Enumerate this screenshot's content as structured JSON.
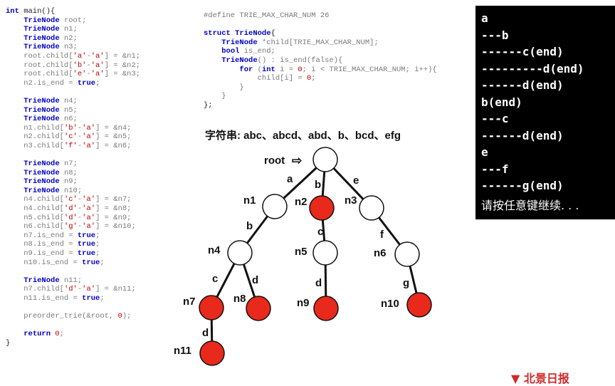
{
  "left_code": [
    [
      [
        "int",
        "kw"
      ],
      [
        " main(){",
        "fn"
      ]
    ],
    [
      [
        "    ",
        ""
      ],
      [
        "TrieNode",
        "ty"
      ],
      [
        " root;",
        "var"
      ]
    ],
    [
      [
        "    ",
        ""
      ],
      [
        "TrieNode",
        "ty"
      ],
      [
        " n1;",
        "var"
      ]
    ],
    [
      [
        "    ",
        ""
      ],
      [
        "TrieNode",
        "ty"
      ],
      [
        " n2;",
        "var"
      ]
    ],
    [
      [
        "    ",
        ""
      ],
      [
        "TrieNode",
        "ty"
      ],
      [
        " n3;",
        "var"
      ]
    ],
    [
      [
        "    ",
        ""
      ],
      [
        "root.child[",
        "var"
      ],
      [
        "'a'",
        "str"
      ],
      [
        "-",
        "var"
      ],
      [
        "'a'",
        "str"
      ],
      [
        "] = &n1;",
        "var"
      ]
    ],
    [
      [
        "    ",
        ""
      ],
      [
        "root.child[",
        "var"
      ],
      [
        "'b'",
        "str"
      ],
      [
        "-",
        "var"
      ],
      [
        "'a'",
        "str"
      ],
      [
        "] = &n2;",
        "var"
      ]
    ],
    [
      [
        "    ",
        ""
      ],
      [
        "root.child[",
        "var"
      ],
      [
        "'e'",
        "str"
      ],
      [
        "-",
        "var"
      ],
      [
        "'a'",
        "str"
      ],
      [
        "] = &n3;",
        "var"
      ]
    ],
    [
      [
        "    ",
        ""
      ],
      [
        "n2.is_end = ",
        "var"
      ],
      [
        "true",
        "kw"
      ],
      [
        ";",
        "var"
      ]
    ],
    [
      [
        "",
        ""
      ]
    ],
    [
      [
        "    ",
        ""
      ],
      [
        "TrieNode",
        "ty"
      ],
      [
        " n4;",
        "var"
      ]
    ],
    [
      [
        "    ",
        ""
      ],
      [
        "TrieNode",
        "ty"
      ],
      [
        " n5;",
        "var"
      ]
    ],
    [
      [
        "    ",
        ""
      ],
      [
        "TrieNode",
        "ty"
      ],
      [
        " n6;",
        "var"
      ]
    ],
    [
      [
        "    ",
        ""
      ],
      [
        "n1.child[",
        "var"
      ],
      [
        "'b'",
        "str"
      ],
      [
        "-",
        "var"
      ],
      [
        "'a'",
        "str"
      ],
      [
        "] = &n4;",
        "var"
      ]
    ],
    [
      [
        "    ",
        ""
      ],
      [
        "n2.child[",
        "var"
      ],
      [
        "'c'",
        "str"
      ],
      [
        "-",
        "var"
      ],
      [
        "'a'",
        "str"
      ],
      [
        "] = &n5;",
        "var"
      ]
    ],
    [
      [
        "    ",
        ""
      ],
      [
        "n3.child[",
        "var"
      ],
      [
        "'f'",
        "str"
      ],
      [
        "-",
        "var"
      ],
      [
        "'a'",
        "str"
      ],
      [
        "] = &n6;",
        "var"
      ]
    ],
    [
      [
        "",
        ""
      ]
    ],
    [
      [
        "    ",
        ""
      ],
      [
        "TrieNode",
        "ty"
      ],
      [
        " n7;",
        "var"
      ]
    ],
    [
      [
        "    ",
        ""
      ],
      [
        "TrieNode",
        "ty"
      ],
      [
        " n8;",
        "var"
      ]
    ],
    [
      [
        "    ",
        ""
      ],
      [
        "TrieNode",
        "ty"
      ],
      [
        " n9;",
        "var"
      ]
    ],
    [
      [
        "    ",
        ""
      ],
      [
        "TrieNode",
        "ty"
      ],
      [
        " n10;",
        "var"
      ]
    ],
    [
      [
        "    ",
        ""
      ],
      [
        "n4.child[",
        "var"
      ],
      [
        "'c'",
        "str"
      ],
      [
        "-",
        "var"
      ],
      [
        "'a'",
        "str"
      ],
      [
        "] = &n7;",
        "var"
      ]
    ],
    [
      [
        "    ",
        ""
      ],
      [
        "n4.child[",
        "var"
      ],
      [
        "'d'",
        "str"
      ],
      [
        "-",
        "var"
      ],
      [
        "'a'",
        "str"
      ],
      [
        "] = &n8;",
        "var"
      ]
    ],
    [
      [
        "    ",
        ""
      ],
      [
        "n5.child[",
        "var"
      ],
      [
        "'d'",
        "str"
      ],
      [
        "-",
        "var"
      ],
      [
        "'a'",
        "str"
      ],
      [
        "] = &n9;",
        "var"
      ]
    ],
    [
      [
        "    ",
        ""
      ],
      [
        "n6.child[",
        "var"
      ],
      [
        "'g'",
        "str"
      ],
      [
        "-",
        "var"
      ],
      [
        "'a'",
        "str"
      ],
      [
        "] = &n10;",
        "var"
      ]
    ],
    [
      [
        "    ",
        ""
      ],
      [
        "n7.is_end = ",
        "var"
      ],
      [
        "true",
        "kw"
      ],
      [
        ";",
        "var"
      ]
    ],
    [
      [
        "    ",
        ""
      ],
      [
        "n8.is_end = ",
        "var"
      ],
      [
        "true",
        "kw"
      ],
      [
        ";",
        "var"
      ]
    ],
    [
      [
        "    ",
        ""
      ],
      [
        "n9.is_end = ",
        "var"
      ],
      [
        "true",
        "kw"
      ],
      [
        ";",
        "var"
      ]
    ],
    [
      [
        "    ",
        ""
      ],
      [
        "n10.is_end = ",
        "var"
      ],
      [
        "true",
        "kw"
      ],
      [
        ";",
        "var"
      ]
    ],
    [
      [
        "",
        ""
      ]
    ],
    [
      [
        "    ",
        ""
      ],
      [
        "TrieNode",
        "ty"
      ],
      [
        " n11;",
        "var"
      ]
    ],
    [
      [
        "    ",
        ""
      ],
      [
        "n7.child[",
        "var"
      ],
      [
        "'d'",
        "str"
      ],
      [
        "-",
        "var"
      ],
      [
        "'a'",
        "str"
      ],
      [
        "] = &n11;",
        "var"
      ]
    ],
    [
      [
        "    ",
        ""
      ],
      [
        "n11.is_end = ",
        "var"
      ],
      [
        "true",
        "kw"
      ],
      [
        ";",
        "var"
      ]
    ],
    [
      [
        "",
        ""
      ]
    ],
    [
      [
        "    ",
        ""
      ],
      [
        "preorder_trie(&root, ",
        "var"
      ],
      [
        "0",
        "num"
      ],
      [
        ");",
        "var"
      ]
    ],
    [
      [
        "",
        ""
      ]
    ],
    [
      [
        "    ",
        ""
      ],
      [
        "return ",
        "kw"
      ],
      [
        "0",
        "num"
      ],
      [
        ";",
        "var"
      ]
    ],
    [
      [
        "}",
        "fn"
      ]
    ]
  ],
  "right_code": [
    [
      [
        "#define TRIE_MAX_CHAR_NUM 26",
        "pp"
      ]
    ],
    [
      [
        "",
        ""
      ]
    ],
    [
      [
        "struct",
        "kw"
      ],
      [
        " ",
        ""
      ],
      [
        "TrieNode",
        "ty"
      ],
      [
        "{",
        "fn"
      ]
    ],
    [
      [
        "    ",
        ""
      ],
      [
        "TrieNode",
        "ty"
      ],
      [
        " *child[TRIE_MAX_CHAR_NUM];",
        "var"
      ]
    ],
    [
      [
        "    ",
        ""
      ],
      [
        "bool",
        "kw"
      ],
      [
        " is_end;",
        "var"
      ]
    ],
    [
      [
        "    ",
        ""
      ],
      [
        "TrieNode",
        "ty"
      ],
      [
        "() : is_end(false){",
        "var"
      ]
    ],
    [
      [
        "        ",
        ""
      ],
      [
        "for",
        "kw"
      ],
      [
        " (",
        "var"
      ],
      [
        "int",
        "kw"
      ],
      [
        " i = ",
        "var"
      ],
      [
        "0",
        "num"
      ],
      [
        "; i < TRIE_MAX_CHAR_NUM; i++){",
        "var"
      ]
    ],
    [
      [
        "            ",
        ""
      ],
      [
        "child[i] = ",
        "var"
      ],
      [
        "0",
        "num"
      ],
      [
        ";",
        "var"
      ]
    ],
    [
      [
        "        ",
        ""
      ],
      [
        "}",
        "var"
      ]
    ],
    [
      [
        "    ",
        ""
      ],
      [
        "}",
        "var"
      ]
    ],
    [
      [
        "};",
        "fn"
      ]
    ]
  ],
  "diagram": {
    "title": "字符串: abc、abcd、abd、b、bcd、efg",
    "root_label": "root",
    "root_arrow": "⇨",
    "nodes": [
      {
        "id": "root",
        "label": "",
        "end": false
      },
      {
        "id": "n1",
        "label": "n1",
        "end": false
      },
      {
        "id": "n2",
        "label": "n2",
        "end": true
      },
      {
        "id": "n3",
        "label": "n3",
        "end": false
      },
      {
        "id": "n4",
        "label": "n4",
        "end": false
      },
      {
        "id": "n5",
        "label": "n5",
        "end": false
      },
      {
        "id": "n6",
        "label": "n6",
        "end": false
      },
      {
        "id": "n7",
        "label": "n7",
        "end": true
      },
      {
        "id": "n8",
        "label": "n8",
        "end": true
      },
      {
        "id": "n9",
        "label": "n9",
        "end": true
      },
      {
        "id": "n10",
        "label": "n10",
        "end": true
      },
      {
        "id": "n11",
        "label": "n11",
        "end": true
      }
    ],
    "edges": [
      {
        "from": "root",
        "to": "n1",
        "char": "a"
      },
      {
        "from": "root",
        "to": "n2",
        "char": "b"
      },
      {
        "from": "root",
        "to": "n3",
        "char": "e"
      },
      {
        "from": "n1",
        "to": "n4",
        "char": "b"
      },
      {
        "from": "n2",
        "to": "n5",
        "char": "c"
      },
      {
        "from": "n3",
        "to": "n6",
        "char": "f"
      },
      {
        "from": "n4",
        "to": "n7",
        "char": "c"
      },
      {
        "from": "n4",
        "to": "n8",
        "char": "d"
      },
      {
        "from": "n5",
        "to": "n9",
        "char": "d"
      },
      {
        "from": "n6",
        "to": "n10",
        "char": "g"
      },
      {
        "from": "n7",
        "to": "n11",
        "char": "d"
      }
    ],
    "colors": {
      "end_fill": "#e8291c",
      "normal_fill": "#ffffff",
      "stroke": "#111111"
    }
  },
  "console": {
    "lines": [
      "a",
      "---b",
      "------c(end)",
      "---------d(end)",
      "------d(end)",
      "b(end)",
      "---c",
      "------d(end)",
      "e",
      "---f",
      "------g(end)"
    ],
    "prompt": "请按任意键继续. . ."
  },
  "watermark": "▼ 北景日报"
}
